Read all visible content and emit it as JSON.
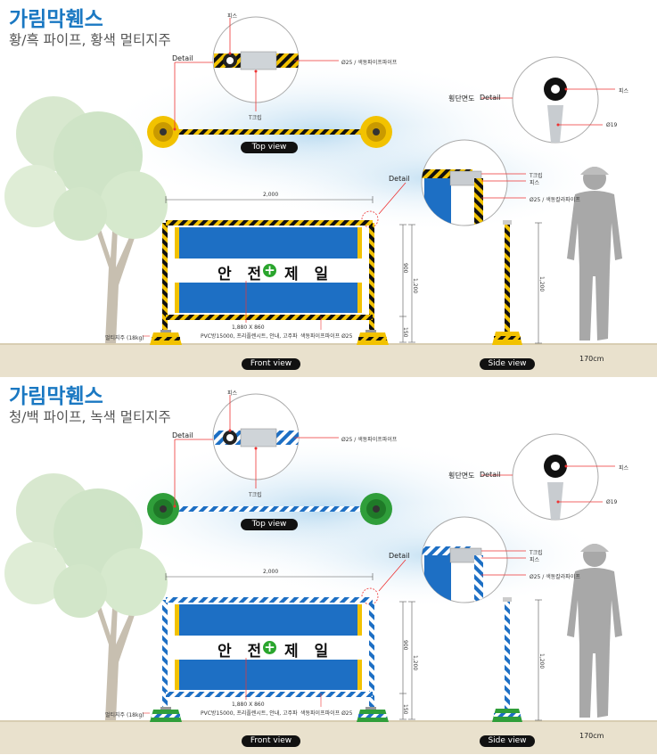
{
  "sections": [
    {
      "title": "가림막휀스",
      "subtitle": "황/흑 파이프, 황색 멀티지주",
      "colors": {
        "pipe_stripe": "#111111",
        "pipe_base": "#f2c200",
        "post": "#f2c200",
        "base": "#f2c200",
        "base_dark": "#c99a00"
      },
      "labels": {
        "hose": "피스",
        "detail": "Detail",
        "pipe_spec": "Ø25 / 색동파이프파이프",
        "tclip": "T크립",
        "top_view": "Top view",
        "cross_section": "횡단면도",
        "detail2": "Detail",
        "hose2": "피스",
        "phi19": "Ø19",
        "tclip2": "T크립",
        "hose3": "피스",
        "pipe_spec2": "Ø25 / 색동칼라파이프",
        "detail3": "Detail",
        "width": "2,000",
        "h900": "900",
        "h1200": "1,200",
        "h1200b": "1,200",
        "h150": "150",
        "base_label": "멀티지주 (18kg)",
        "banner_size": "1,880 X 860",
        "banner_material": "PVC방15000, 프리플렌시트, 안내, 고주파",
        "pipe_spec3": "색동파이프파이프 Ø25",
        "front_view": "Front view",
        "side_view": "Side view",
        "person_height": "170cm",
        "banner_word1": "안 전",
        "banner_word2": "제 일"
      }
    },
    {
      "title": "가림막휀스",
      "subtitle": "청/백 파이프, 녹색 멀티지주",
      "colors": {
        "pipe_stripe": "#1d6fc4",
        "pipe_base": "#ffffff",
        "post": "#ffffff",
        "base": "#2f9e3a",
        "base_dark": "#1f7a28"
      },
      "labels": {
        "hose": "피스",
        "detail": "Detail",
        "pipe_spec": "Ø25 / 색동파이프파이프",
        "tclip": "T크립",
        "top_view": "Top view",
        "cross_section": "횡단면도",
        "detail2": "Detail",
        "hose2": "피스",
        "phi19": "Ø19",
        "tclip2": "T크립",
        "hose3": "피스",
        "pipe_spec2": "Ø25 / 색동칼라파이프",
        "detail3": "Detail",
        "width": "2,000",
        "h900": "900",
        "h1200": "1,200",
        "h1200b": "1,200",
        "h150": "150",
        "base_label": "멀티지주 (18kg)",
        "banner_size": "1,880 X 860",
        "banner_material": "PVC방15000, 프리플렌시트, 안내, 고주파",
        "pipe_spec3": "색동파이프파이프 Ø25",
        "front_view": "Front view",
        "side_view": "Side view",
        "person_height": "170cm",
        "banner_word1": "안 전",
        "banner_word2": "제 일"
      }
    }
  ]
}
